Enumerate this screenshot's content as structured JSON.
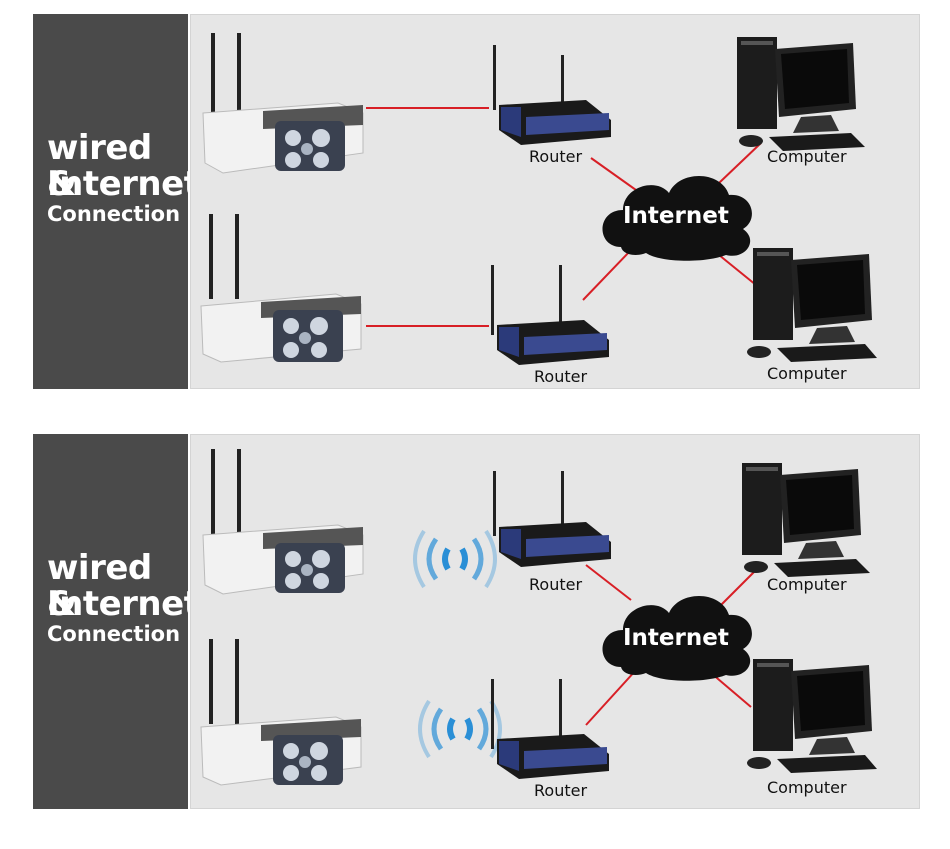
{
  "panels": [
    {
      "side": {
        "line1": "wired &",
        "line2": "Internet",
        "line3": "Connection"
      },
      "link_type": "wired",
      "labels": {
        "router_top": "Router",
        "router_bottom": "Router",
        "computer_top": "Computer",
        "computer_bottom": "Computer",
        "cloud": "Internet"
      }
    },
    {
      "side": {
        "line1": "wired &",
        "line2": "Internet",
        "line3": "Connection"
      },
      "link_type": "wireless",
      "labels": {
        "router_top": "Router",
        "router_bottom": "Router",
        "computer_top": "Computer",
        "computer_bottom": "Computer",
        "cloud": "Internet"
      }
    }
  ],
  "colors": {
    "link": "#d81f26",
    "side_bg": "#4a4a4a",
    "main_bg": "#e6e6e6",
    "wifi": "#2a8fd6",
    "cloud": "#111111"
  },
  "icons": [
    "camera-icon",
    "antenna-icon",
    "router-icon",
    "computer-icon",
    "cloud-icon",
    "wifi-signal-icon"
  ]
}
